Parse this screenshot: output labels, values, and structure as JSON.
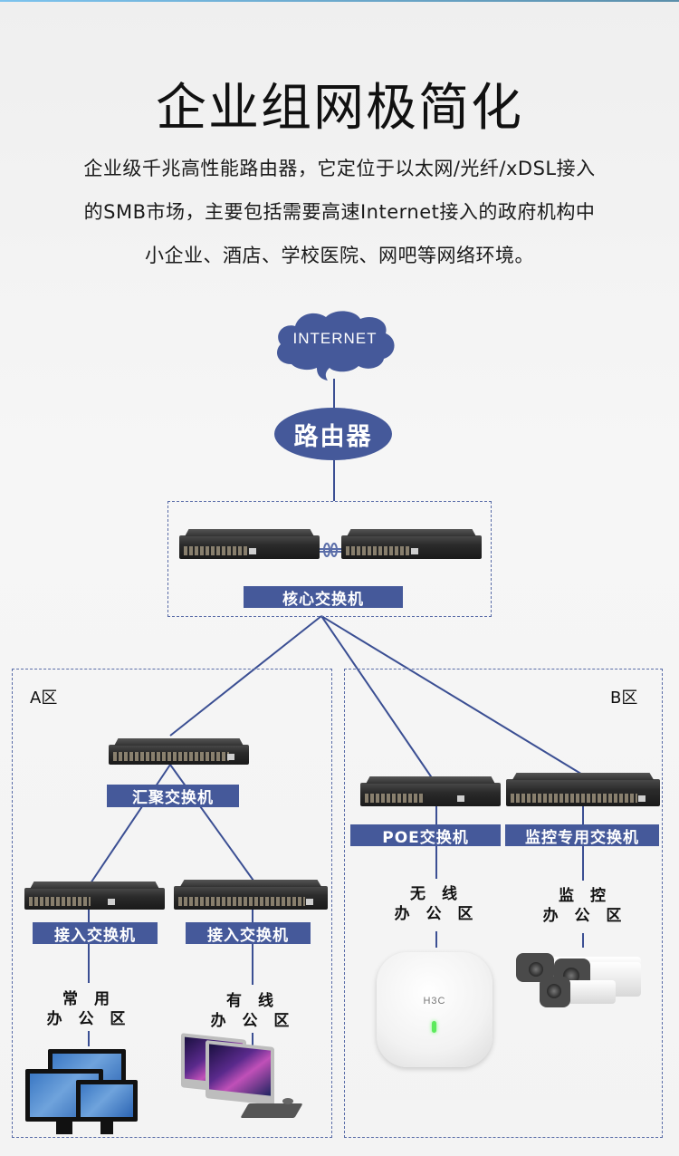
{
  "page": {
    "title": "企业组网极简化",
    "description_lines": [
      "企业级千兆高性能路由器，它定位于以太网/光纤/xDSL接入",
      "的SMB市场，主要包括需要高速Internet接入的政府机构中",
      "小企业、酒店、学校医院、网吧等网络环境。"
    ]
  },
  "diagram": {
    "internet_label": "INTERNET",
    "router_label": "路由器",
    "core_switch_label": "核心交换机",
    "zone_a": {
      "label": "A区",
      "aggregation_switch_label": "汇聚交换机",
      "access_switches": [
        {
          "label": "接入交换机",
          "area": [
            "常 用",
            "办 公 区"
          ]
        },
        {
          "label": "接入交换机",
          "area": [
            "有 线",
            "办 公 区"
          ]
        }
      ]
    },
    "zone_b": {
      "label": "B区",
      "switches": [
        {
          "label": "POE交换机",
          "area": [
            "无 线",
            "办 公 区"
          ]
        },
        {
          "label": "监控专用交换机",
          "area": [
            "监 控",
            "办 公 区"
          ]
        }
      ]
    },
    "ap_logo": "H3C"
  },
  "colors": {
    "accent": "#45599a",
    "line": "#3b4f93",
    "dashed_border": "#5a6da8",
    "ap_led": "#5dea5d"
  }
}
